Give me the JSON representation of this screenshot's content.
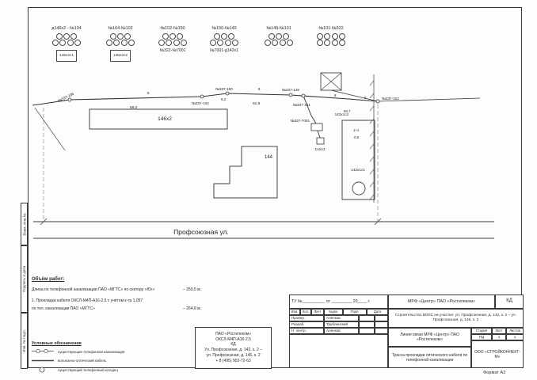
{
  "page": {
    "format_label": "Формат А3"
  },
  "side": {
    "labels": [
      "Взам. Инв.№",
      "Подпись и дата",
      "Инв. № подл."
    ]
  },
  "sections": [
    {
      "title": "д146х2 - №104",
      "box": "146х2с1"
    },
    {
      "title": "№104-№102",
      "box": "146х2с2"
    },
    {
      "title": "№102-№150",
      "sub": "№322-№7001"
    },
    {
      "title": "№150-№149",
      "sub": "№7001-д142х1"
    },
    {
      "title": "№149-№101"
    },
    {
      "title": "№101-№322"
    }
  ],
  "plan": {
    "street": "Профсоюзная ул.",
    "labels": {
      "m106": "№337-106",
      "m102": "№337-102",
      "m150": "№337-150",
      "m149": "№337-149",
      "m101": "№337-101",
      "m322": "№337-322",
      "m7001": "№337-7001",
      "b146": "146х2",
      "b144": "144",
      "b142s1": "142х1с1",
      "b142s2": "142х1с2",
      "b142": "142х1",
      "d68": "68,0",
      "d93": "9,3",
      "d819": "81,9",
      "d607": "60,7",
      "d11": "1+1",
      "d05": "0,5",
      "e1": "8",
      "e2": "8",
      "e3": "8",
      "e4": "8"
    }
  },
  "scope": {
    "title": "Объём работ:",
    "line1": "Длина по телефонной канализации ПАО «МГТС» по сектору «Юг»",
    "line1_value": "– 250,5 м.",
    "line2": "1. Прокладка кабеля ОКСЛ-М4П-А16-2,5 с учётом к-та 1,057",
    "line3": "по тел. канализации ПАО «МГТС»",
    "line3_value": "– 264,8 м."
  },
  "legend": {
    "title": "Условные обозначения",
    "items": [
      "существующая телефонная канализация",
      "волоконно-оптический кабель",
      "существующий телефонный колодец"
    ]
  },
  "stamp": {
    "line1": "ПАО «Ростелеком»",
    "line2": "ОКСЛ-М4П-А16-2,5",
    "line3": "КД",
    "line4": "Ул. Профсоюзная, д. 142, к. 2 –",
    "line5": "ул. Профсоюзная, д. 146, к. 2",
    "line6": "+ 8 (495) 903-72-63"
  },
  "titleblock": {
    "tu_line": "ТУ №__________ от _________ 20____ г.",
    "org_top": "МРФ «Центр» ПАО «Ростелеком»",
    "org_top_right": "КД",
    "object": "Строительство ВОЛС на участке: ул. Профсоюзная, д. 142, к. 2 – ул. Профсоюзная, д. 146, к. 2",
    "line_title": "Линия связи МРФ «Центр» ПАО «Ростелеком»",
    "doc_title": "Трасса прокладки оптического кабеля по телефонной канализации",
    "company": "ООО «СТРОЙКОННЕКТ-М»",
    "cols": [
      "Изм.",
      "Кол.",
      "Лист",
      "№док.",
      "Подп.",
      "Дата"
    ],
    "rows": [
      {
        "role": "Провер.",
        "name": "Аненков"
      },
      {
        "role": "Разраб.",
        "name": "Трублинский"
      },
      {
        "role": "Н. контр.",
        "name": "Аненков"
      }
    ],
    "stage_label": "Стадия",
    "sheet_label": "Лист",
    "sheets_label": "Листов",
    "stage": "РД",
    "sheet": "1",
    "sheets": "1"
  }
}
